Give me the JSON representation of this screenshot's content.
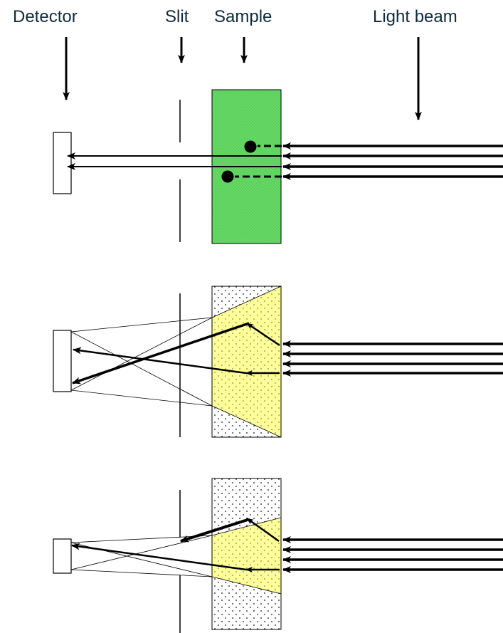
{
  "labels": {
    "detector": "Detector",
    "slit": "Slit",
    "sample": "Sample",
    "light_beam": "Light beam"
  },
  "colors": {
    "text": "#0f2b3a",
    "absorbing_sample": "#66d966",
    "scattering_region": "#ffff99",
    "dotted_sample_bg": "#ffffff",
    "stroke": "#000000"
  },
  "panels": [
    {
      "id": "absorption",
      "sample_fill": "green",
      "description_icons": [
        "absorbing-particle-icon",
        "absorbing-particle-icon"
      ]
    },
    {
      "id": "scattering-wide",
      "sample_fill": "yellow-dotted"
    },
    {
      "id": "scattering-narrow",
      "sample_fill": "yellow-dotted"
    }
  ]
}
